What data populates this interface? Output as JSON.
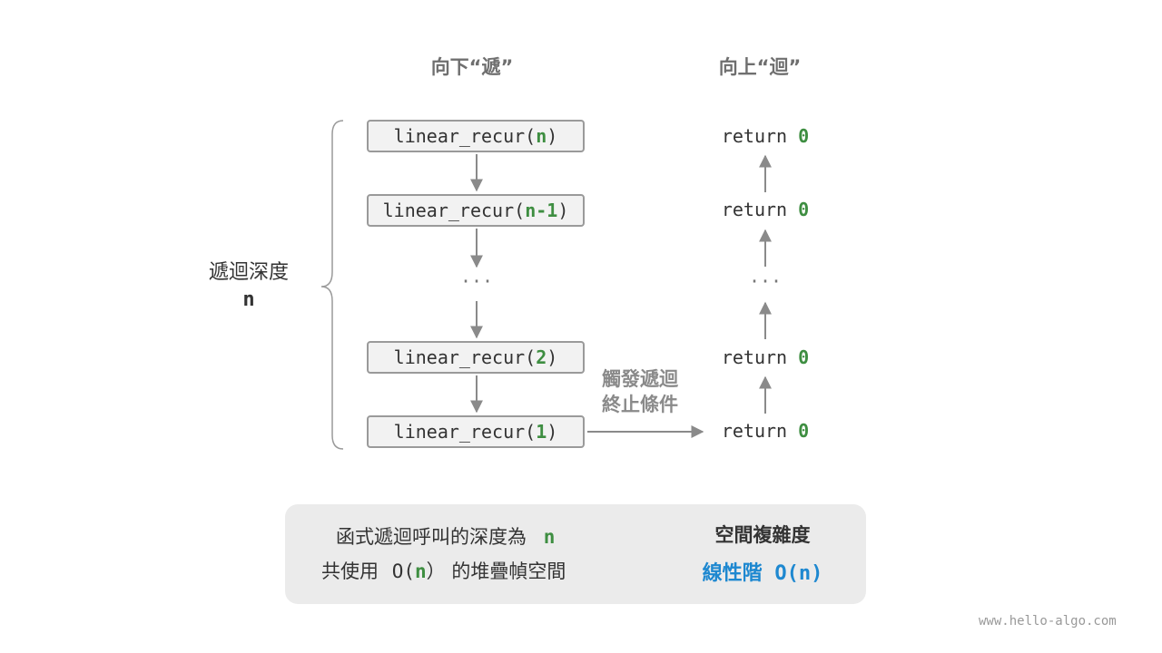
{
  "headers": {
    "down": "向下“遞”",
    "up": "向上“迴”"
  },
  "side": {
    "label": "遞迴深度",
    "var": "n"
  },
  "calls": [
    {
      "fn": "linear_recur(",
      "arg": "n",
      "close": ")"
    },
    {
      "fn": "linear_recur(",
      "arg": "n-1",
      "close": ")"
    },
    {
      "fn": "linear_recur(",
      "arg": "2",
      "close": ")"
    },
    {
      "fn": "linear_recur(",
      "arg": "1",
      "close": ")"
    }
  ],
  "ellipsis": "···",
  "returns": [
    {
      "kw": "return",
      "val": "0"
    },
    {
      "kw": "return",
      "val": "0"
    },
    {
      "kw": "return",
      "val": "0"
    },
    {
      "kw": "return",
      "val": "0"
    }
  ],
  "trigger": {
    "line1": "觸發遞迴",
    "line2": "終止條件"
  },
  "summary": {
    "line1_text": "函式遞迴呼叫的深度為",
    "line1_var": "n",
    "line2_a": "共使用",
    "line2_o": "O(",
    "line2_var": "n",
    "line2_close": "）",
    "line2_b": "的堆疊幀空間",
    "complexity_title": "空間複雜度",
    "complexity_name": "線性階",
    "complexity_expr": "O(n)"
  },
  "watermark": "www.hello-algo.com"
}
